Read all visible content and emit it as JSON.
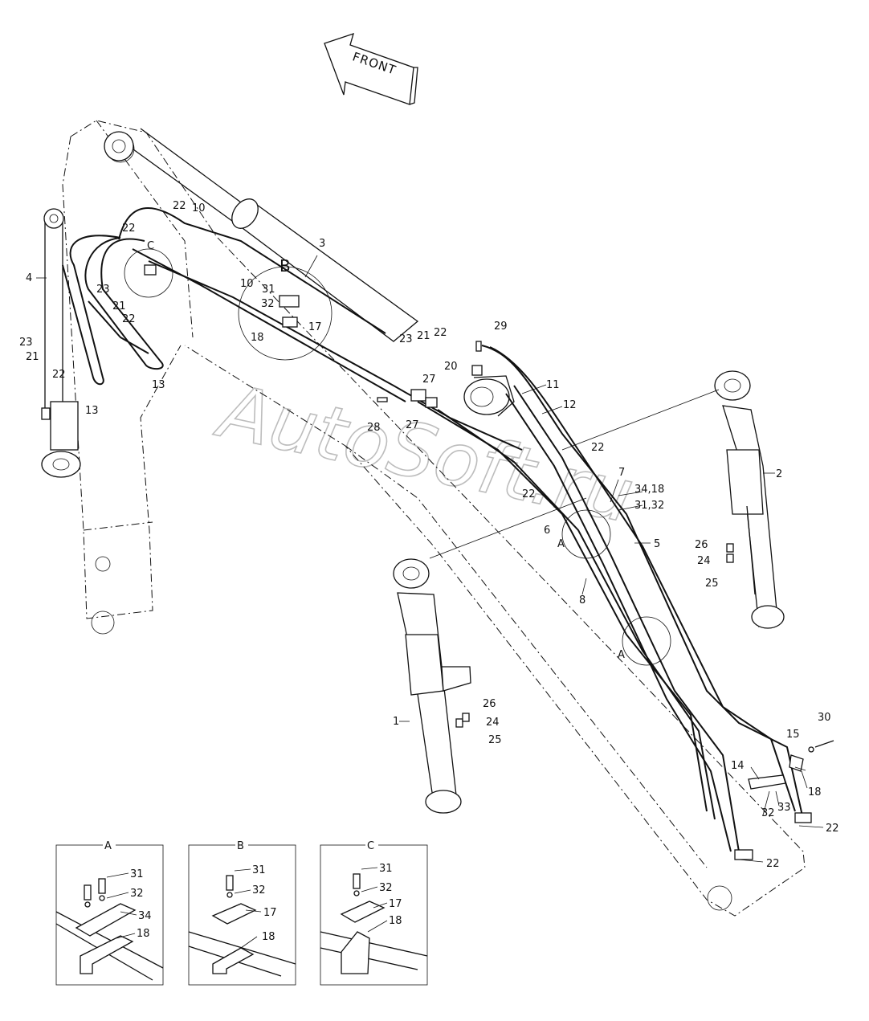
{
  "front_arrow": {
    "label": "FRONT"
  },
  "watermark": "AutoSoft.ru",
  "detail_circles": [
    "B",
    "C",
    "A",
    "A"
  ],
  "part_labels": [
    "1",
    "2",
    "3",
    "4",
    "5",
    "6",
    "7",
    "8",
    "10",
    "10",
    "11",
    "12",
    "13",
    "13",
    "14",
    "15",
    "17",
    "18",
    "18",
    "20",
    "21",
    "21",
    "21",
    "22",
    "22",
    "22",
    "22",
    "22",
    "22",
    "22",
    "22",
    "22",
    "23",
    "23",
    "23",
    "24",
    "24",
    "25",
    "25",
    "26",
    "26",
    "27",
    "27",
    "28",
    "29",
    "30",
    "31",
    "32",
    "32",
    "33",
    "34,18",
    "31,32"
  ],
  "details": [
    {
      "title": "A",
      "labels": [
        "31",
        "32",
        "34",
        "18"
      ]
    },
    {
      "title": "B",
      "labels": [
        "31",
        "32",
        "17",
        "18"
      ]
    },
    {
      "title": "C",
      "labels": [
        "31",
        "32",
        "17",
        "18"
      ]
    }
  ]
}
